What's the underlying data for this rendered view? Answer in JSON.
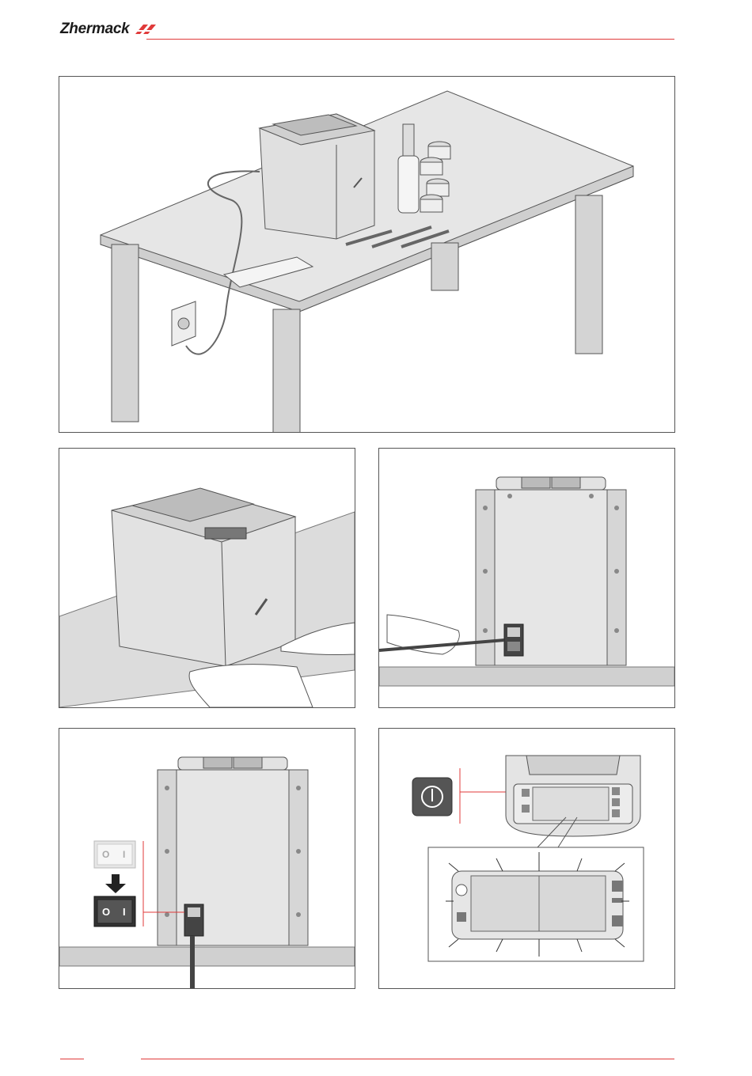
{
  "header": {
    "brand_name": "Zhermack",
    "accent_color": "#e03a3a"
  },
  "panels": {
    "setup_table": {
      "name": "setup-table-illustration"
    },
    "carry_device": {
      "name": "carry-device-illustration"
    },
    "plug_cable": {
      "name": "plug-cable-illustration"
    },
    "power_switch": {
      "off_label": "O",
      "on_label": "I"
    },
    "control_panel": {
      "power_icon": "power-icon"
    }
  }
}
